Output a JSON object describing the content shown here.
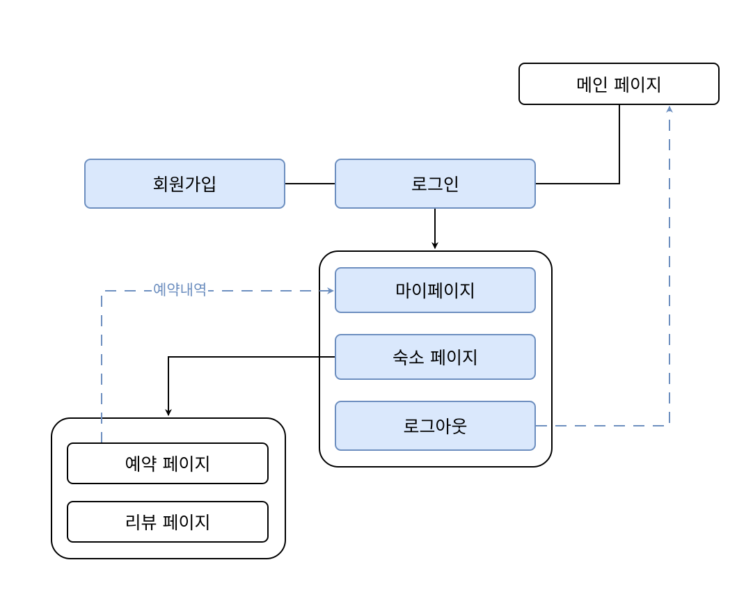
{
  "nodes": {
    "main_page": "메인 페이지",
    "signup": "회원가입",
    "login": "로그인",
    "mypage": "마이페이지",
    "lodging_page": "숙소 페이지",
    "logout": "로그아웃",
    "reservation_page": "예약 페이지",
    "review_page": "리뷰 페이지"
  },
  "edge_labels": {
    "reservation_history": "예약내역"
  },
  "colors": {
    "blue_fill": "#dae8fc",
    "blue_stroke": "#6c8ebf",
    "black": "#000000"
  }
}
